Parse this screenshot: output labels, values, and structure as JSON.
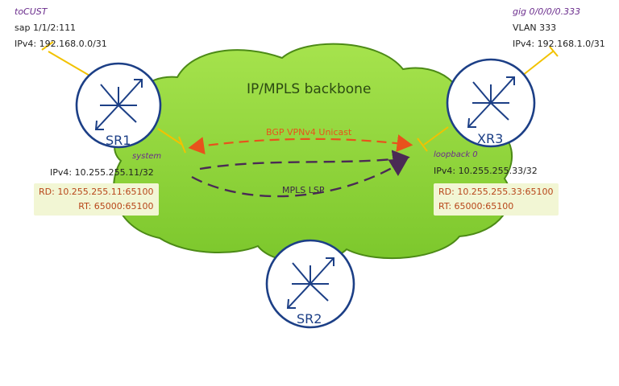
{
  "cloud": {
    "title": "IP/MPLS backbone"
  },
  "links": {
    "bgp_label": "BGP VPNv4 Unicast",
    "lsp_label": "MPLS LSP"
  },
  "routers": {
    "sr1": {
      "name": "SR1",
      "service": "toCUST",
      "sap": "sap 1/1/2:111",
      "access_ipv4": "IPv4: 192.168.0.0/31",
      "sys_iface": "system",
      "sys_ipv4": "IPv4: 10.255.255.11/32",
      "rd": "RD: 10.255.255.11:65100",
      "rt": "RT: 65000:65100"
    },
    "xr3": {
      "name": "XR3",
      "service": "gig 0/0/0/0.333",
      "vlan": "VLAN 333",
      "access_ipv4": "IPv4: 192.168.1.0/31",
      "sys_iface": "loopback 0",
      "sys_ipv4": "IPv4: 10.255.255.33/32",
      "rd": "RD: 10.255.255.33:65100",
      "rt": "RT: 65000:65100"
    },
    "sr2": {
      "name": "SR2"
    }
  },
  "colors": {
    "cloud_fill": "#8fd63a",
    "cloud_stroke": "#4c8a16",
    "router_stroke": "#1c3f86",
    "access_link": "#f2c200",
    "bgp_arrow": "#e8521c",
    "lsp_arrow": "#4a2a55",
    "rd_text": "#b8461a"
  }
}
